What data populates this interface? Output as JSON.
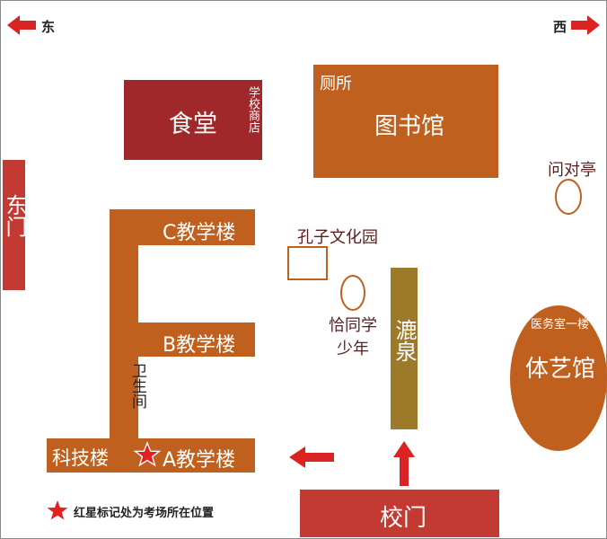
{
  "compass": {
    "east": "东",
    "west": "西"
  },
  "buildings": {
    "canteen": "食堂",
    "school_store": "学校商店",
    "toilet_top": "厕所",
    "library": "图书馆",
    "wenduiting": "问对亭",
    "east_gate": "东门",
    "building_c": "C教学楼",
    "confucius_garden": "孔子文化园",
    "yitong_youth": "恰同学少年",
    "building_b": "B教学楼",
    "lu_spring": "漉泉",
    "clinic": "医务室一楼",
    "arts_hall": "体艺馆",
    "toilet_left": "卫生间",
    "tech_building": "科技楼",
    "building_a": "A教学楼",
    "school_gate": "校门"
  },
  "legend": {
    "text": "红星标记处为考场所在位置"
  },
  "colors": {
    "orange": "#c0601f",
    "dark_red": "#a0282a",
    "red": "#c23a32",
    "olive": "#9c7a2a",
    "arrow_red": "#d92423",
    "star_red": "#e3201e"
  }
}
